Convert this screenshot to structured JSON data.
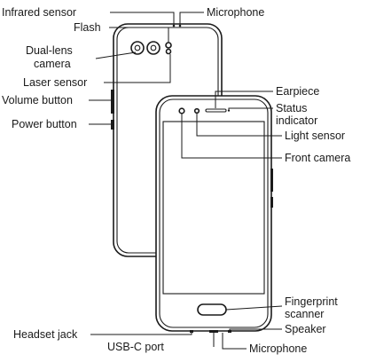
{
  "labels": {
    "infrared_sensor": "Infrared sensor",
    "microphone_top": "Microphone",
    "flash": "Flash",
    "dual_lens_camera_line1": "Dual-lens",
    "dual_lens_camera_line2": "camera",
    "laser_sensor": "Laser sensor",
    "volume_button": "Volume button",
    "power_button": "Power button",
    "earpiece": "Earpiece",
    "status_indicator_line1": "Status",
    "status_indicator_line2": "indicator",
    "light_sensor": "Light sensor",
    "front_camera": "Front camera",
    "fingerprint_scanner_line1": "Fingerprint",
    "fingerprint_scanner_line2": "scanner",
    "speaker": "Speaker",
    "headset_jack": "Headset jack",
    "usb_c_port": "USB-C port",
    "microphone_bottom": "Microphone"
  }
}
